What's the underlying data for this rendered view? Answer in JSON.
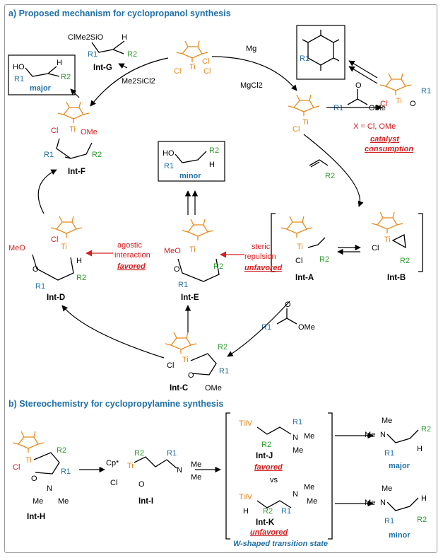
{
  "section_a": {
    "title": "a) Proposed mechanism for cyclopropanol synthesis"
  },
  "section_b": {
    "title": "b) Stereochemistry for cyclopropylamine synthesis"
  },
  "labels": {
    "int_g": "Int-G",
    "int_f": "Int-F",
    "int_d": "Int-D",
    "int_e": "Int-E",
    "int_c": "Int-C",
    "int_a": "Int-A",
    "int_b": "Int-B",
    "int_h": "Int-H",
    "int_i": "Int-I",
    "int_j": "Int-J",
    "int_k": "Int-K"
  },
  "products": {
    "major": "major",
    "minor": "minor"
  },
  "reagents": {
    "mg": "Mg",
    "mgcl2": "MgCl2",
    "me2sicl2": "Me2SiCl2",
    "clme2sio": "ClMe2SiO",
    "ome": "OMe",
    "cl": "Cl",
    "ti": "Ti",
    "ho": "HO",
    "meo": "MeO",
    "o": "O",
    "h": "H",
    "r1": "R1",
    "r2": "R2",
    "me": "Me",
    "n": "N",
    "cp_star": "Cp*",
    "ti_iv": "TiIV"
  },
  "annotations": {
    "x_def": "X = Cl, OMe",
    "catalyst_consumption_1": "catalyst",
    "catalyst_consumption_2": "consumption",
    "agostic_1": "agostic",
    "agostic_2": "interaction",
    "favored": "favored",
    "steric_1": "steric",
    "steric_2": "repulsion",
    "unfavored": "unfavored",
    "vs": "vs",
    "w_shaped": "W-shaped transition state"
  },
  "colors": {
    "title": "#1f6fa8",
    "ti": "#e8891a",
    "red": "#d32020",
    "blue": "#1f6fa8",
    "green": "#2a9a2a"
  }
}
